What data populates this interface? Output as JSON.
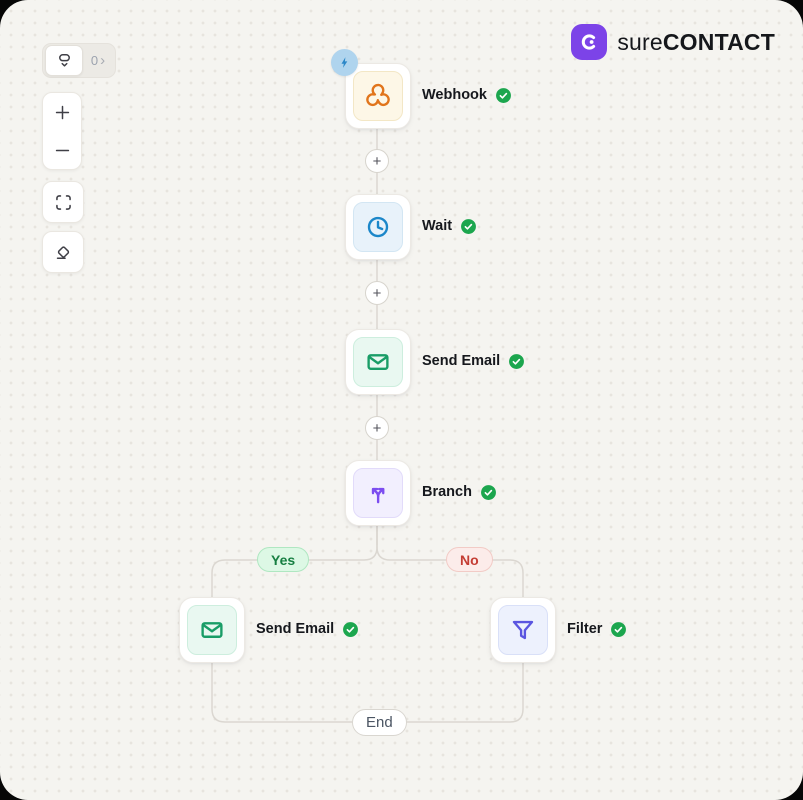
{
  "brand": {
    "logo_icon": "surecontact-logo",
    "word_light": "sure",
    "word_bold": "CONTACT",
    "logo_color": "#7C43E8"
  },
  "toolbar": {
    "selector": {
      "icon": "node-selector-icon",
      "count": "0",
      "chevron": "›"
    },
    "zoom_in_icon": "plus-icon",
    "zoom_out_icon": "minus-icon",
    "fit_view_icon": "fit-view-icon",
    "eraser_icon": "eraser-icon"
  },
  "workflow": {
    "nodes": [
      {
        "label": "Webhook",
        "type": "trigger",
        "icon": "webhook-icon",
        "status": "success",
        "accent": "#E1751C",
        "tile_bg": "#FDF7E7"
      },
      {
        "label": "Wait",
        "type": "action",
        "icon": "clock-icon",
        "status": "success",
        "accent": "#1C87C9",
        "tile_bg": "#E8F2FA"
      },
      {
        "label": "Send Email",
        "type": "action",
        "icon": "envelope-icon",
        "status": "success",
        "accent": "#199D67",
        "tile_bg": "#E9F8F1"
      },
      {
        "label": "Branch",
        "type": "condition",
        "icon": "branch-icon",
        "status": "success",
        "accent": "#7C4DF0",
        "tile_bg": "#F2EFFE"
      },
      {
        "label": "Send Email",
        "type": "action",
        "branch": "Yes",
        "icon": "envelope-icon",
        "status": "success",
        "accent": "#199D67",
        "tile_bg": "#E9F8F1"
      },
      {
        "label": "Filter",
        "type": "action",
        "branch": "No",
        "icon": "filter-icon",
        "status": "success",
        "accent": "#5A55E0",
        "tile_bg": "#EDF1FD"
      }
    ],
    "connector_add_label": "+",
    "branch_labels": {
      "yes": "Yes",
      "no": "No"
    },
    "end_label": "End",
    "trigger_badge_icon": "lightning-icon",
    "status_icon": "check-icon"
  },
  "colors": {
    "canvas_bg": "#F5F4F0",
    "dot_grid": "#E7E4DE",
    "edge_line": "#DBD7D1",
    "success_green": "#1CA64E",
    "yes_text": "#177F42",
    "no_text": "#C43D34",
    "label_text": "#16181D"
  }
}
